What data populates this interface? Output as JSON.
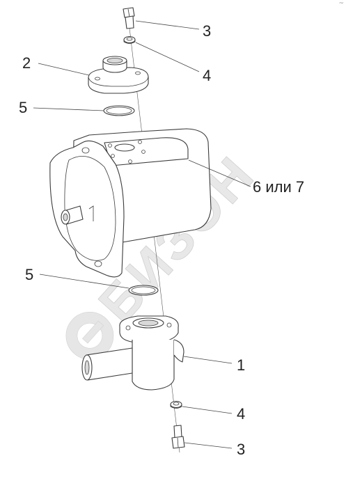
{
  "callouts": {
    "bolt_top": "3",
    "washer_top": "4",
    "flange_cover": "2",
    "oring_top": "5",
    "pump_body": "6 или 7",
    "oring_bottom": "5",
    "elbow_fitting": "1",
    "washer_bottom": "4",
    "bolt_bottom": "3"
  },
  "watermark": {
    "text": "БИЗОН"
  },
  "corner_mark": "~",
  "colors": {
    "line": "#3a3a3a",
    "watermark": "#e6e6e6",
    "background": "#ffffff"
  }
}
